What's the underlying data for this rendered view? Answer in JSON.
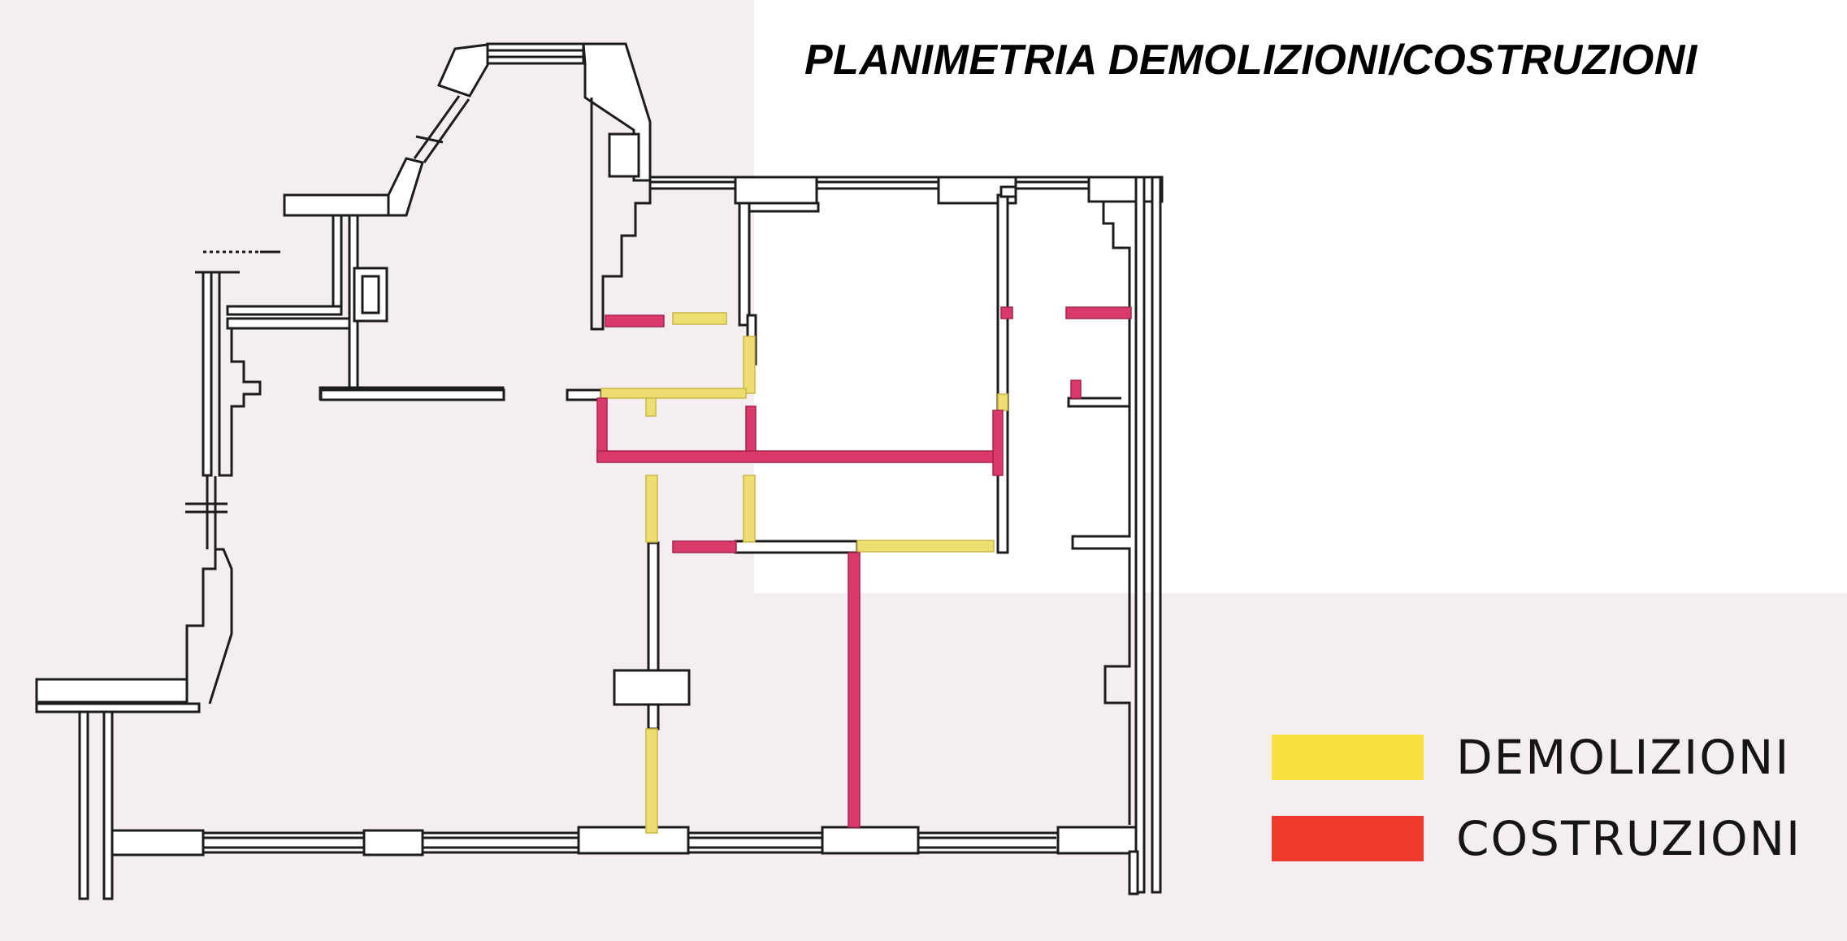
{
  "title": "PLANIMETRIA DEMOLIZIONI/COSTRUZIONI",
  "legend": {
    "items": [
      {
        "label": "DEMOLIZIONI",
        "color": "#f9e23e"
      },
      {
        "label": "COSTRUZIONI",
        "color": "#ee3a2a"
      }
    ]
  },
  "colors": {
    "background": "#f4eef2",
    "wall_fill": "#ffffff",
    "wall_stroke": "#1c1c1c",
    "demolition_wall": "#eedd70",
    "construction_wall": "#d93a6a"
  }
}
